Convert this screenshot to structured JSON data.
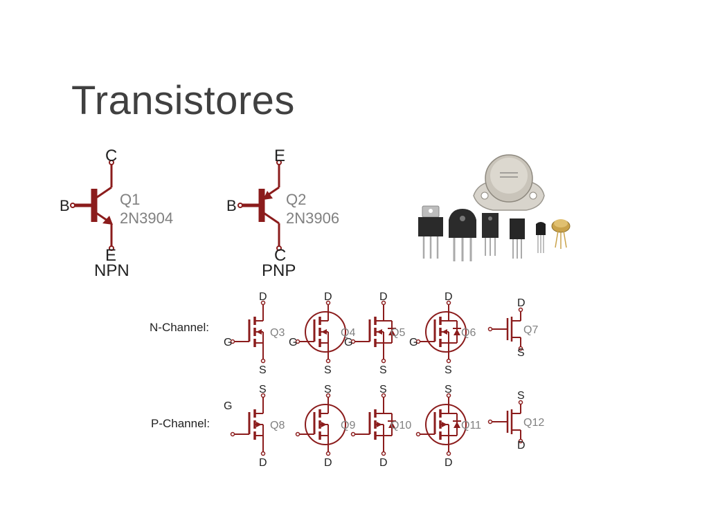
{
  "slide": {
    "title": "Transistores"
  },
  "bjt": {
    "npn": {
      "ref": "Q1",
      "part": "2N3904",
      "c": "C",
      "b": "B",
      "e": "E",
      "type": "NPN"
    },
    "pnp": {
      "ref": "Q2",
      "part": "2N3906",
      "c": "C",
      "b": "B",
      "e": "E",
      "type": "PNP"
    }
  },
  "mosfet": {
    "n_label": "N-Channel:",
    "p_label": "P-Channel:",
    "d": "D",
    "s": "S",
    "g": "G",
    "n": [
      "Q3",
      "Q4",
      "Q5",
      "Q6",
      "Q7"
    ],
    "p": [
      "Q8",
      "Q9",
      "Q10",
      "Q11",
      "Q12"
    ]
  },
  "colors": {
    "symbol": "#8b1c1c",
    "label": "#808080",
    "text": "#222222",
    "title": "#404040"
  }
}
